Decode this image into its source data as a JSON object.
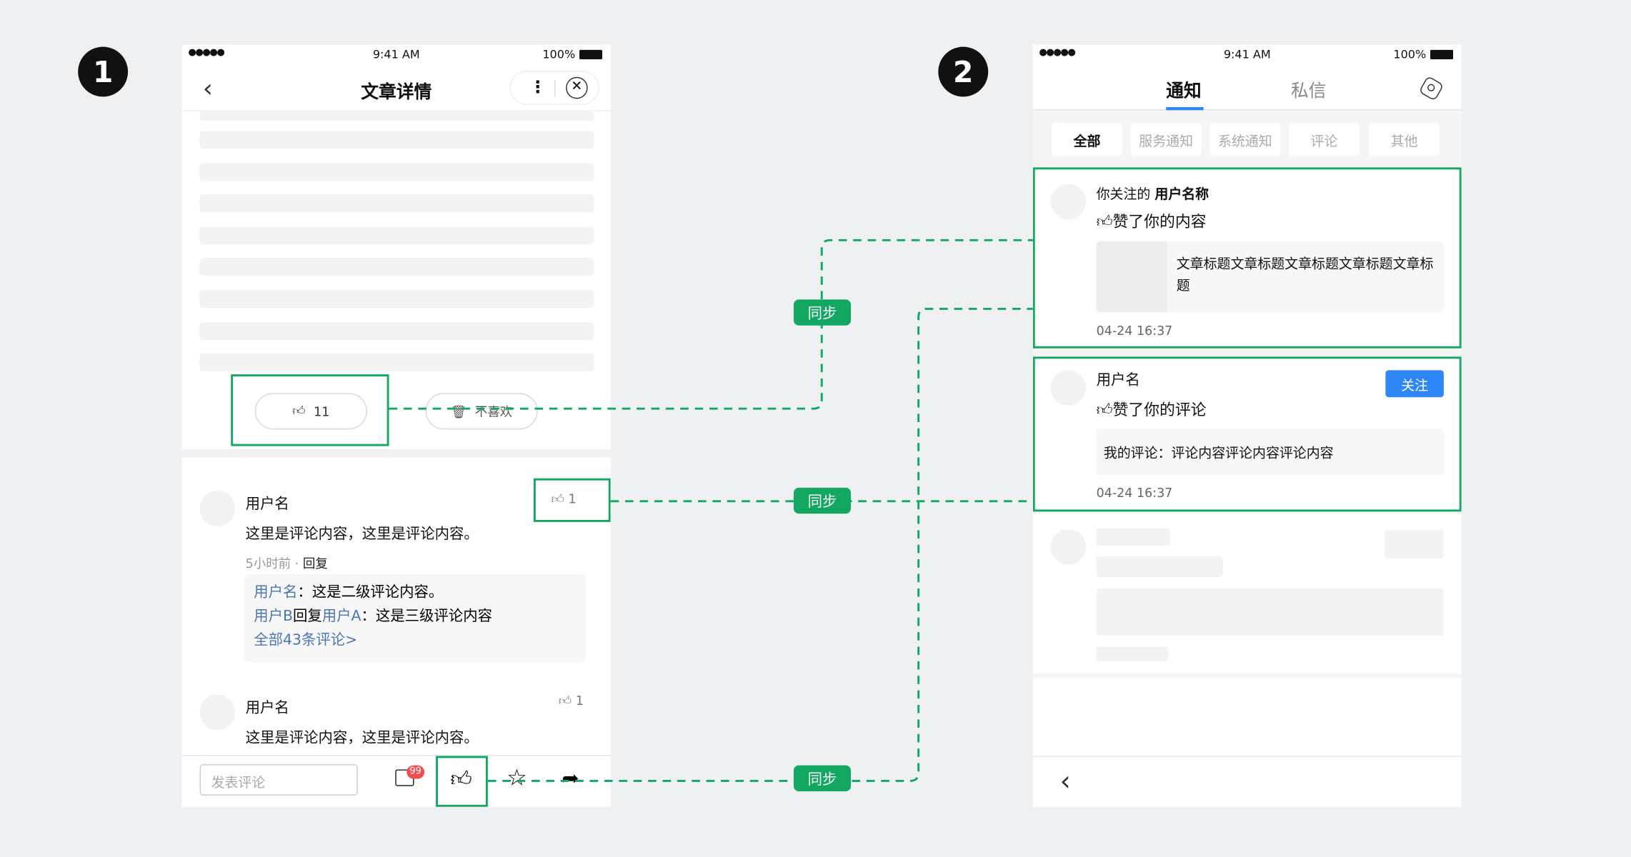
{
  "steps": [
    "1",
    "2"
  ],
  "status": {
    "signal": "●●●●●",
    "time": "9:41 AM",
    "battery": "100%"
  },
  "article": {
    "title": "文章详情",
    "like_count": "11",
    "dislike_label": "不喜欢",
    "comments": [
      {
        "user": "用户名",
        "content": "这里是评论内容，这里是评论内容。",
        "time": "5小时前",
        "dot": "·",
        "reply": "回复",
        "likes": "1",
        "replies": {
          "r1_user": "用户名",
          "r1_sep": "：",
          "r1_text": "这是二级评论内容。",
          "r2_userB": "用户B",
          "r2_mid": "回复",
          "r2_userA": "用户A",
          "r2_sep": "：",
          "r2_text": "这是三级评论内容",
          "all": "全部43条评论>"
        }
      },
      {
        "user": "用户名",
        "content": "这里是评论内容，这里是评论内容。",
        "likes": "1"
      }
    ],
    "input_placeholder": "发表评论",
    "comment_badge": "99"
  },
  "notify": {
    "tabs": [
      "通知",
      "私信"
    ],
    "filters": [
      "全部",
      "服务通知",
      "系统通知",
      "评论",
      "其他"
    ],
    "card1": {
      "prefix": "你关注的",
      "user": "用户名称",
      "action": "赞了你的内容",
      "article_title": "文章标题文章标题文章标题文章标题文章标题",
      "time": "04-24 16:37"
    },
    "card2": {
      "user": "用户名",
      "follow": "关注",
      "action": "赞了你的评论",
      "comment": "我的评论：评论内容评论内容评论内容",
      "time": "04-24 16:37"
    }
  },
  "sync_label": "同步",
  "colors": {
    "green": "#13a862",
    "blue": "#2f86f6",
    "link": "#4a76b8"
  }
}
